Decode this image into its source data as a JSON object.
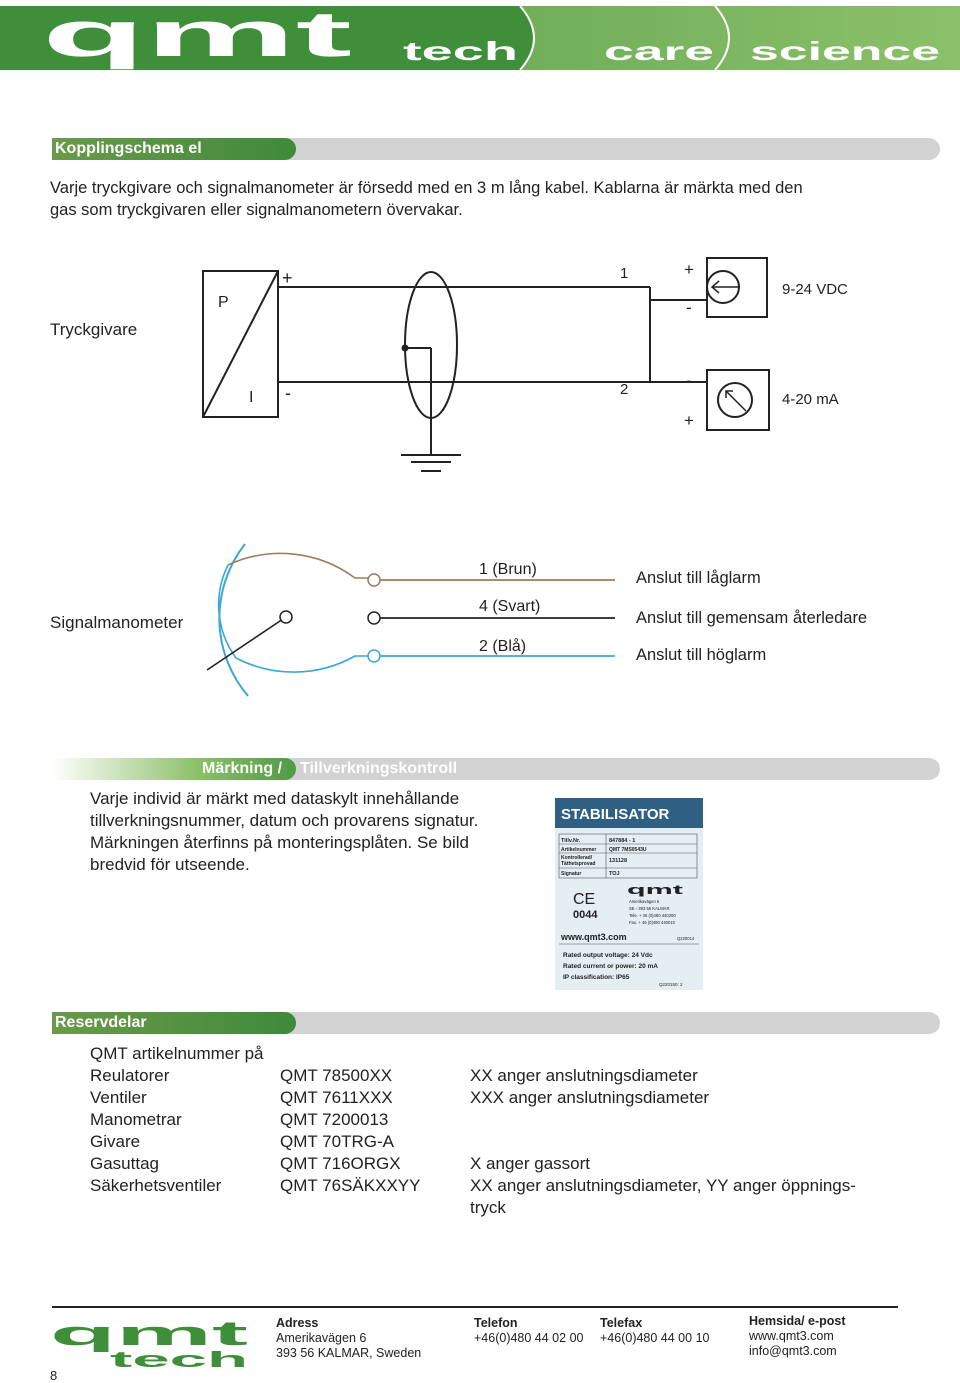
{
  "header": {
    "logo": "qmt",
    "tabs": [
      "tech",
      "care",
      "science"
    ]
  },
  "section1": {
    "title": "Kopplingschema el",
    "intro_line1": "Varje tryckgivare och signalmanometer är försedd med en 3 m lång kabel. Kablarna är märkta med den",
    "intro_line2": "gas som tryckgivaren eller signalmanometern övervakar."
  },
  "diagram1": {
    "label": "Tryckgivare",
    "p": "P",
    "i": "I",
    "plus_top": "+",
    "minus_bottom": "-",
    "wire1": "1",
    "wire2": "2",
    "supply_plus": "+",
    "supply_minus": "-",
    "meter_minus": "-",
    "meter_plus": "+",
    "supply": "9-24 VDC",
    "signal": "4-20 mA"
  },
  "diagram2": {
    "label": "Signalmanometer",
    "wire_brown": "1 (Brun)",
    "wire_black": "4 (Svart)",
    "wire_blue": "2 (Blå)",
    "conn_low": "Anslut till låglarm",
    "conn_common": "Anslut till gemensam återledare",
    "conn_high": "Anslut till höglarm",
    "colors": {
      "brown": "#a07a5a",
      "black": "#222222",
      "blue": "#3aa8d8"
    }
  },
  "section2": {
    "title_a": "Märkning /",
    "title_b": "Tillverkningskontroll",
    "lines": [
      "Varje individ är märkt med dataskylt innehållande",
      "tillverkningsnummer, datum och provarens signatur.",
      "Märkningen återfinns på monteringsplåten. Se bild",
      "bredvid för utseende."
    ]
  },
  "plate": {
    "title": "STABILISATOR",
    "row1_k": "Tillv.Nr.",
    "row1_v": "847884 - 1",
    "row2_k": "Artikelnummer",
    "row2_v": "QMT 7MS0543U",
    "row3_k1": "Kontrollerad/",
    "row3_k2": "Täthetsprovad",
    "row3_v": "131128",
    "row4_k": "Signatur",
    "row4_v": "TOJ",
    "ce": "CE",
    "ce_num": "0044",
    "logo": "qmt",
    "addr1": "Amerikavägen 6",
    "addr2": "SE - 393 56 KALMAR",
    "tel": "Tele.  + 46 (0)480 440200",
    "fax": "Fax.   + 46 (0)480 440010",
    "web": "www.qmt3.com",
    "small_code": "Q220014",
    "spec1": "Rated output voltage: 24 Vdc",
    "spec2": "Rated current or power: 20  mA",
    "spec3": "IP classification: IP65",
    "code": "Q220150: 2"
  },
  "section3": {
    "title": "Reservdelar",
    "heading": "QMT artikelnummer på",
    "rows": [
      {
        "name": "Reulatorer",
        "code": "QMT 78500XX",
        "note": "XX anger anslutningsdiameter"
      },
      {
        "name": "Ventiler",
        "code": "QMT 7611XXX",
        "note": "XXX anger anslutningsdiameter"
      },
      {
        "name": "Manometrar",
        "code": "QMT 7200013",
        "note": ""
      },
      {
        "name": "Givare",
        "code": "QMT 70TRG-A",
        "note": ""
      },
      {
        "name": "Gasuttag",
        "code": "QMT 716ORGX",
        "note": "X anger gassort"
      },
      {
        "name": "Säkerhetsventiler",
        "code": "QMT 76SÄKXXYY",
        "note": "XX anger anslutningsdiameter, YY anger öppnings-"
      }
    ],
    "note_cont": "tryck"
  },
  "footer": {
    "logo_top": "qmt",
    "logo_bottom": "tech",
    "page": "8",
    "adress_h": "Adress",
    "adress_1": "Amerikavägen 6",
    "adress_2": "393 56 KALMAR, Sweden",
    "telefon_h": "Telefon",
    "telefon": "+46(0)480 44 02 00",
    "telefax_h": "Telefax",
    "telefax": "+46(0)480 44 00 10",
    "web_h": "Hemsida/ e-post",
    "web": "www.qmt3.com",
    "email": "info@qmt3.com"
  }
}
